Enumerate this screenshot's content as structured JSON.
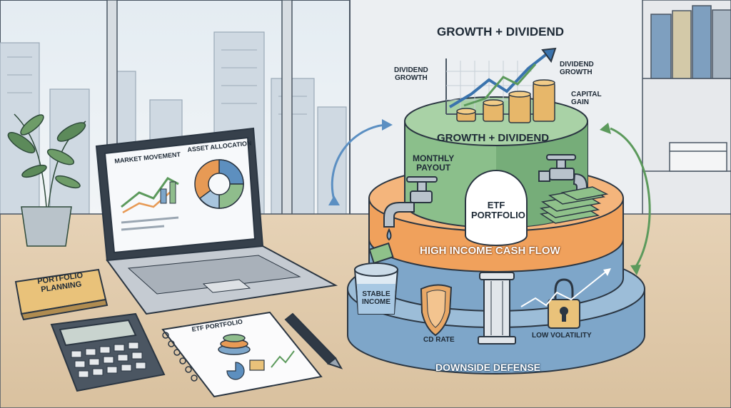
{
  "title": "GROWTH + DIVIDEND",
  "tiers": {
    "top": {
      "label": "GROWTH + DIVIDEND",
      "payout": "MONTHLY\nPAYOUT",
      "color": "#8bbf8b"
    },
    "middle": {
      "label": "HIGH INCOME CASH FLOW",
      "color": "#f0a15c"
    },
    "bottom": {
      "label": "DOWNSIDE DEFENSE",
      "color": "#7ea6c9"
    }
  },
  "core": {
    "label": "ETF\nPORTFOLIO"
  },
  "chart_labels": {
    "left": "DIVIDEND\nGROWTH",
    "right": "DIVIDEND\nGROWTH",
    "capital": "CAPITAL\nGAIN"
  },
  "defense_items": {
    "stable": "STABLE\nINCOME",
    "cd": "CD RATE",
    "volatility": "LOW VOLATILITY"
  },
  "laptop": {
    "market": "MARKET MOVEMENT",
    "allocation": "ASSET ALLOCATION"
  },
  "desk_sign": "PORTFOLIO\nPLANNING",
  "notebook": "ETF PORTFOLIO",
  "colors": {
    "growth": "#8bbf8b",
    "income": "#f0a15c",
    "defense": "#7ea6c9",
    "arrow_blue": "#5b8fc2",
    "arrow_green": "#5c9a5c",
    "coin": "#e7b76a",
    "cash": "#8fc18a"
  }
}
